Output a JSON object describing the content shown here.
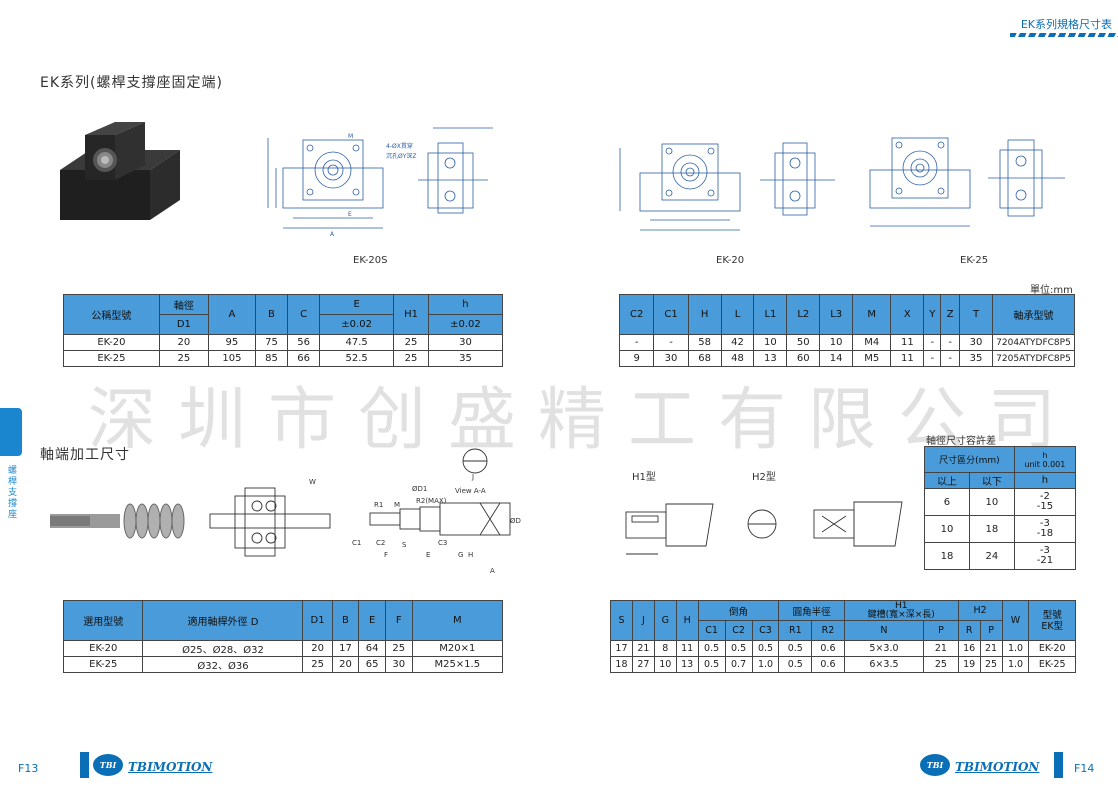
{
  "header": {
    "title": "EK系列規格尺寸表"
  },
  "section1": {
    "title": "EK系列(螺桿支撐座固定端)"
  },
  "section2": {
    "title": "軸端加工尺寸"
  },
  "captions": {
    "ek20s": "EK-20S",
    "ek20": "EK-20",
    "ek25": "EK-25",
    "h1": "H1型",
    "h2": "H2型"
  },
  "unit_label": "單位:mm",
  "drawing_labels": {
    "hole_note1": "4-ØX貫穿",
    "hole_note2": "沉孔ØY深Z",
    "view": "View A-A",
    "r1": "R1",
    "m": "M",
    "r2": "R2(MAX)",
    "c1": "C1",
    "c2": "C2",
    "c3": "C3",
    "s": "S",
    "e": "E",
    "f": "F",
    "g": "G",
    "h": "H",
    "a": "A",
    "w": "W",
    "j": "J",
    "d": "ØD",
    "d1": "ØD1"
  },
  "table1": {
    "headers": [
      "公稱型號",
      "軸徑",
      "A",
      "B",
      "C",
      "E",
      "H1",
      "h"
    ],
    "subheaders": [
      "D1",
      "±0.02",
      "±0.02"
    ],
    "rows": [
      [
        "EK-20",
        "20",
        "95",
        "75",
        "56",
        "47.5",
        "25",
        "30"
      ],
      [
        "EK-25",
        "25",
        "105",
        "85",
        "66",
        "52.5",
        "25",
        "35"
      ]
    ]
  },
  "table2": {
    "headers": [
      "C2",
      "C1",
      "H",
      "L",
      "L1",
      "L2",
      "L3",
      "M",
      "X",
      "Y",
      "Z",
      "T",
      "軸承型號"
    ],
    "rows": [
      [
        "-",
        "-",
        "58",
        "42",
        "10",
        "50",
        "10",
        "M4",
        "11",
        "-",
        "-",
        "30",
        "7204ATYDFC8P5"
      ],
      [
        "9",
        "30",
        "68",
        "48",
        "13",
        "60",
        "14",
        "M5",
        "11",
        "-",
        "-",
        "35",
        "7205ATYDFC8P5"
      ]
    ]
  },
  "table3": {
    "title": "軸徑尺寸容許差",
    "headers": [
      "尺寸區分(mm)",
      "h",
      "unit",
      "0.001"
    ],
    "subheaders": [
      "以上",
      "以下",
      "h"
    ],
    "rows": [
      [
        "6",
        "10",
        "-2",
        "-15"
      ],
      [
        "10",
        "18",
        "-3",
        "-18"
      ],
      [
        "18",
        "24",
        "-3",
        "-21"
      ]
    ]
  },
  "table4": {
    "headers": [
      "選用型號",
      "適用軸桿外徑 D",
      "D1",
      "B",
      "E",
      "F",
      "M"
    ],
    "rows": [
      [
        "EK-20",
        "Ø25、Ø28、Ø32",
        "20",
        "17",
        "64",
        "25",
        "M20×1"
      ],
      [
        "EK-25",
        "Ø32、Ø36",
        "25",
        "20",
        "65",
        "30",
        "M25×1.5"
      ]
    ]
  },
  "table5": {
    "headers": [
      "S",
      "J",
      "G",
      "H",
      "倒角",
      "圓角半徑",
      "H1",
      "鍵槽(寬×深×長)",
      "H2",
      "W",
      "型號",
      "EK型"
    ],
    "subheaders": [
      "C1",
      "C2",
      "C3",
      "R1",
      "R2",
      "N",
      "P",
      "R",
      "P"
    ],
    "rows": [
      [
        "17",
        "21",
        "8",
        "11",
        "0.5",
        "0.5",
        "0.5",
        "0.5",
        "0.6",
        "5×3.0",
        "21",
        "16",
        "21",
        "1.0",
        "EK-20"
      ],
      [
        "18",
        "27",
        "10",
        "13",
        "0.5",
        "0.7",
        "1.0",
        "0.5",
        "0.6",
        "6×3.5",
        "25",
        "19",
        "25",
        "1.0",
        "EK-25"
      ]
    ]
  },
  "watermark": "深圳市创盛精工有限公司",
  "side_tab": "螺桿支撐座",
  "footer": {
    "page_left": "F13",
    "page_right": "F14",
    "brand": "TBIMOTION",
    "logo": "TBI"
  },
  "colors": {
    "accent": "#0a6fb6",
    "table_header": "#4a9bd9"
  }
}
